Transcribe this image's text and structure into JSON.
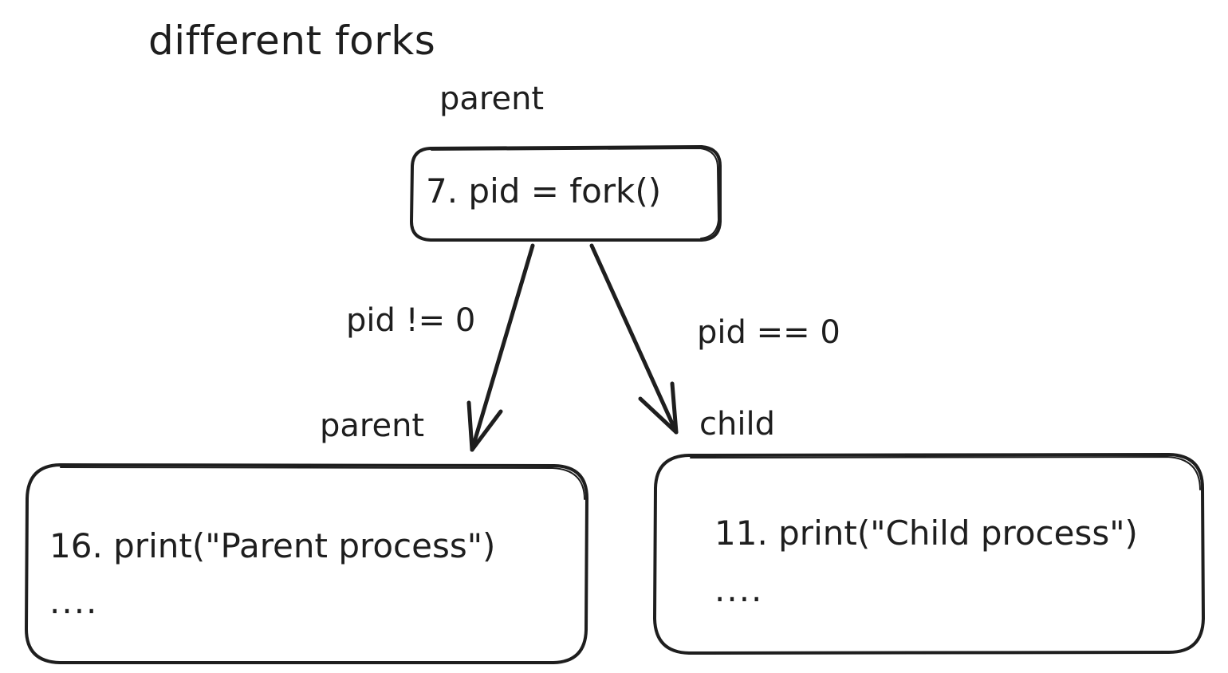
{
  "title": "different forks",
  "root": {
    "above_label": "parent",
    "text": "7. pid = fork()"
  },
  "edges": {
    "left_condition": "pid != 0",
    "right_condition": "pid == 0"
  },
  "parent_branch": {
    "label": "parent",
    "line": "16. print(\"Parent process\")",
    "ellipsis": "...."
  },
  "child_branch": {
    "label": "child",
    "line": "11. print(\"Child process\")",
    "ellipsis": "...."
  },
  "colors": {
    "stroke": "#1e1e1e",
    "background": "#ffffff"
  }
}
